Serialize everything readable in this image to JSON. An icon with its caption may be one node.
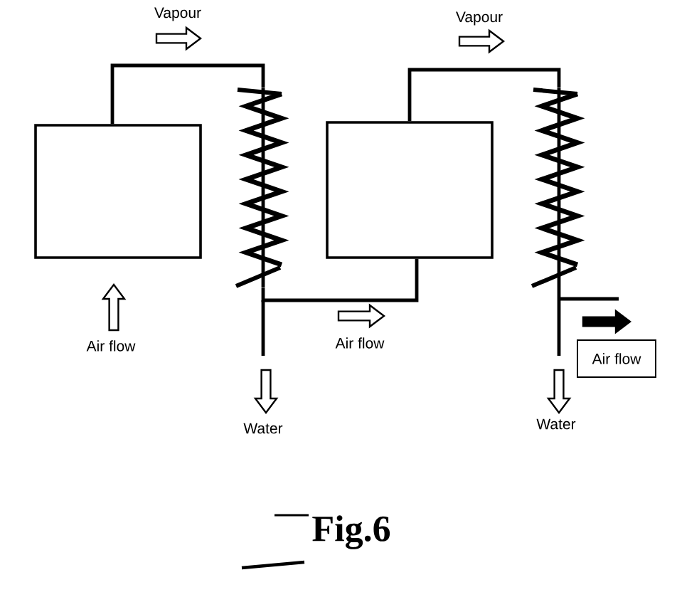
{
  "diagram": {
    "caption": "Fig.6",
    "nodes": [
      {
        "text": [],
        "shape": "box"
      },
      {
        "text": [],
        "shape": "coil"
      },
      {
        "text": [],
        "shape": "box"
      },
      {
        "text": [],
        "shape": "coil"
      },
      {
        "text": [
          "Air flow"
        ]
      }
    ],
    "edges": [
      {
        "from": 0,
        "to": 1,
        "arrow": "none"
      },
      {
        "from": 1,
        "to": 2,
        "arrow": "none"
      },
      {
        "from": 2,
        "to": 3,
        "arrow": "none"
      }
    ],
    "labels": [
      "Vapour",
      "Vapour",
      "Air flow",
      "Air flow",
      "Water",
      "Water"
    ]
  }
}
